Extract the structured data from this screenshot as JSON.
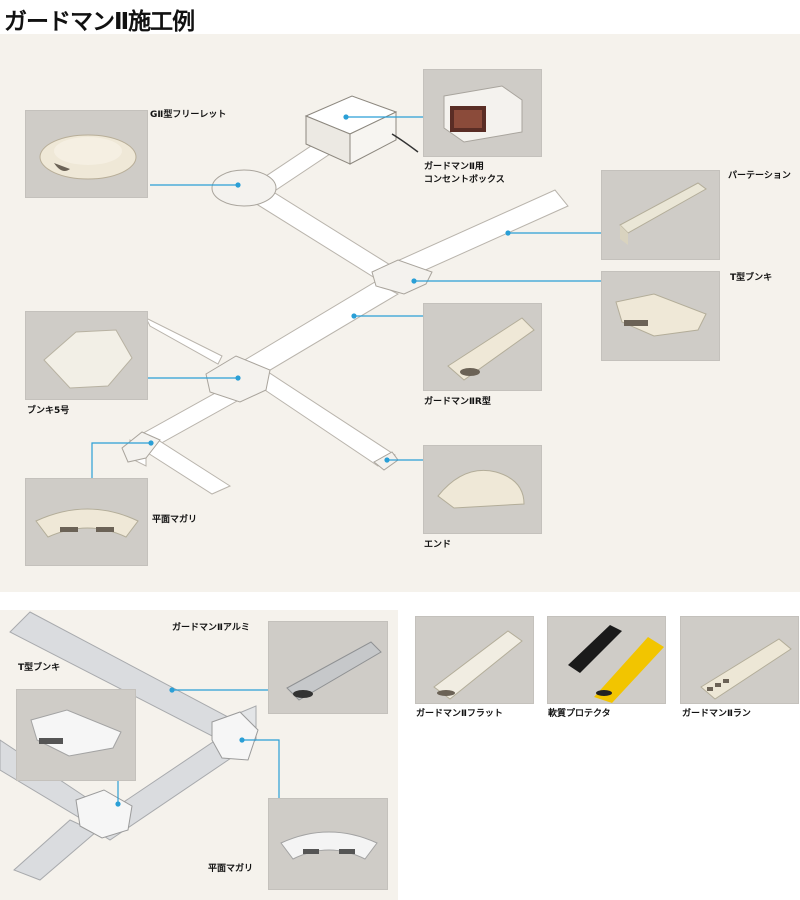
{
  "title": "ガードマンⅡ施工例",
  "labels": {
    "gfree": "GⅡ型フリーレット",
    "outlet_box_l1": "ガードマンⅡ用",
    "outlet_box_l2": "コンセントボックス",
    "partition": "パーテーション",
    "t_junction_top": "T型ブンキ",
    "bunki5": "ブンキ5号",
    "r_type": "ガードマンⅡR型",
    "flat_curve_top": "平面マガリ",
    "end": "エンド",
    "alumi": "ガードマンⅡアルミ",
    "t_junction_bottom": "T型ブンキ",
    "flat_curve_bottom": "平面マガリ",
    "flat": "ガードマンⅡフラット",
    "soft_protector": "軟質プロテクタ",
    "run": "ガードマンⅡラン"
  },
  "colors": {
    "panel_bg": "#f5f2ec",
    "photo_bg": "#cfccc7",
    "leader": "#2a9fd6",
    "duct": "#ffffff",
    "duct_edge": "#b9b4ac",
    "protector_yellow": "#f2c500",
    "protector_black": "#1a1a1a",
    "alumi_gray": "#b9bbbd"
  }
}
